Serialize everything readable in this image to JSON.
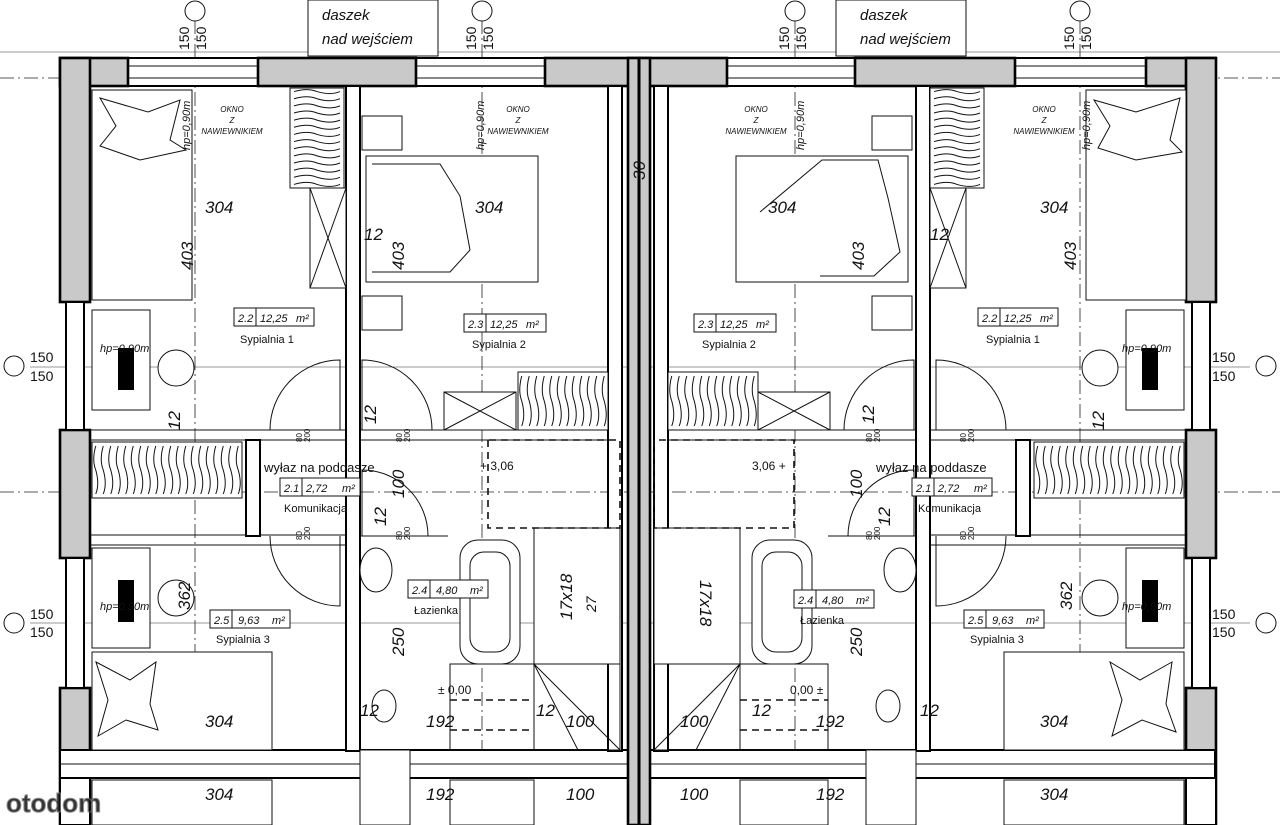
{
  "canopy": {
    "line1": "daszek",
    "line2": "nad wejściem"
  },
  "axis_dims": {
    "a": "150",
    "b": "150"
  },
  "window_label": {
    "l1": "OKNO",
    "l2": "Z",
    "l3": "NAWIEWNIKIEM"
  },
  "sill_height": "hp=0,90m",
  "dims": {
    "d304": "304",
    "d403": "403",
    "d12": "12",
    "d100": "100",
    "d250": "250",
    "d362": "362",
    "d192": "192",
    "d30": "30",
    "d80": "80",
    "d200": "200",
    "stairs_l": "17x18",
    "stairs_r": "17x18",
    "stairs_sub": "27"
  },
  "attic_hatch": "wyłaz na poddasze",
  "levels": {
    "upper": "+ 3,06",
    "upper_mirror": "3,06 +",
    "ground": "± 0,00",
    "ground_mirror": "0,00 ±"
  },
  "area_unit": "m²",
  "rooms": {
    "r22": {
      "id": "2.2",
      "area": "12,25",
      "name": "Sypialnia 1"
    },
    "r23": {
      "id": "2.3",
      "area": "12,25",
      "name": "Sypialnia 2"
    },
    "r21": {
      "id": "2.1",
      "area": "2,72",
      "name": "Komunikacja"
    },
    "r24": {
      "id": "2.4",
      "area": "4,80",
      "name": "Łazienka"
    },
    "r25": {
      "id": "2.5",
      "area": "9,63",
      "name": "Sypialnia 3"
    }
  },
  "watermark": "otodom"
}
